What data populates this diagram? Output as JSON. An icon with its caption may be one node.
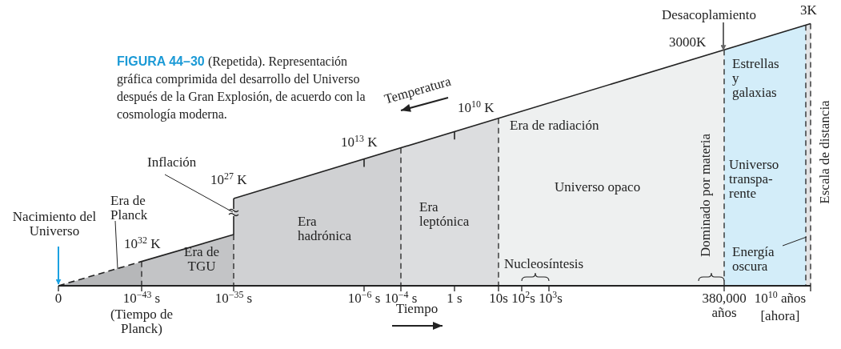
{
  "diagram": {
    "title": "FIGURA 44–30",
    "caption": "(Repetida). Representación gráfica comprimida del desarrollo del Universo después de la Gran Explosión, de acuerdo con la cosmología moderna.",
    "nodes": [
      {
        "text": [
          "Nacimiento del Universo"
        ]
      },
      {
        "text": [
          "Era de Planck"
        ]
      },
      {
        "text": [],
        "shape": "wedge"
      },
      {
        "text": [
          "Era de TGU"
        ]
      },
      {
        "text": [
          "Inflación"
        ]
      },
      {
        "text": [
          "Era hadrónica"
        ]
      },
      {
        "text": [
          "Era leptónica"
        ]
      },
      {
        "text": [
          "Era de radiación",
          "Universo opaco",
          "Nucleosíntesis"
        ]
      },
      {
        "text": [
          "Estrellas y galaxias",
          "Universo transpa-rente",
          "Energía oscura"
        ]
      },
      {
        "text": [],
        "shape": "bar"
      },
      {
        "text": [
          "Desacoplamiento"
        ]
      }
    ],
    "edges": [
      {
        "from": 0,
        "to": 2,
        "arrow": "to",
        "color": "#1ba1e2"
      },
      {
        "from": 1,
        "to": 2,
        "arrow": "none"
      },
      {
        "from": 4,
        "to": 5,
        "arrow": "none"
      },
      {
        "from": 8,
        "to": 9,
        "arrow": "none"
      },
      {
        "from": 10,
        "to": 8,
        "arrow": "to",
        "color": "#666666"
      }
    ],
    "labels": [
      "3K",
      "3000K",
      "Temperatura",
      "10$^{10}$ K",
      "10$^{13}$ K",
      "10$^{27}$ K",
      "10$^{32}$ K",
      "Dominado por materia",
      "Escala de distancia",
      "0",
      "10$^{−43}$ s",
      "10$^{−35}$ s",
      "10$^{−6}$ s",
      "10$^{−4}$ s",
      "1 s",
      "10s",
      "10$^{2}$s",
      "10$^{3}$s",
      "380,000 años",
      "10$^{10}$ años",
      "(Tiempo de Planck)",
      "[ahora]",
      "Tiempo"
    ]
  }
}
